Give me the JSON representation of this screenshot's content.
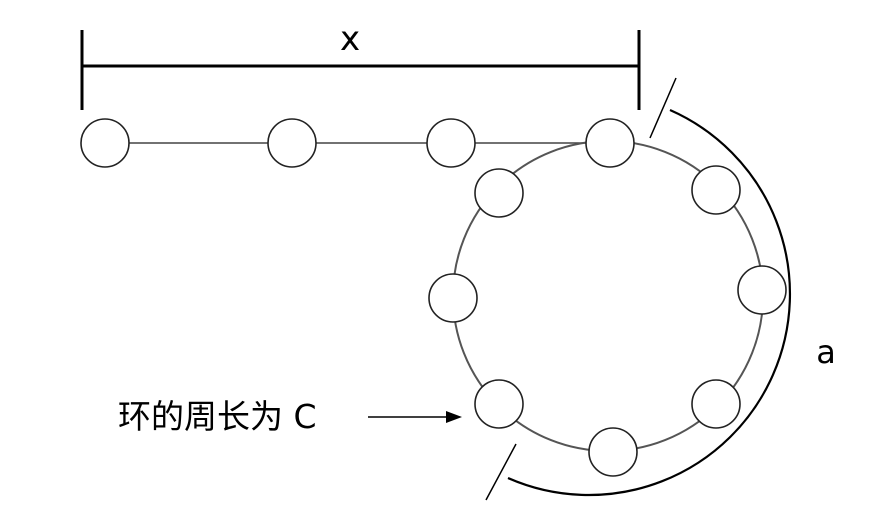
{
  "labels": {
    "length_label": "x",
    "arc_label": "a",
    "ring_label": "环的周长为 C"
  },
  "colors": {
    "stroke": "#000000",
    "background": "#ffffff"
  }
}
